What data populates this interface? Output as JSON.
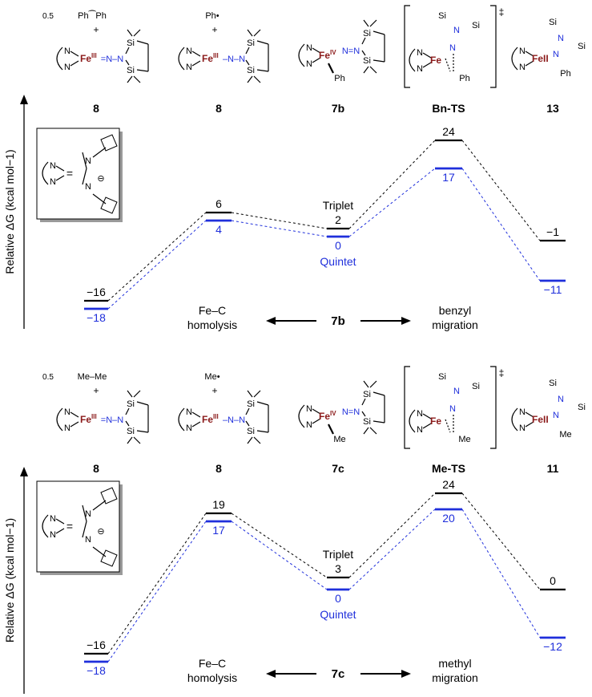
{
  "colors": {
    "triplet": "#000000",
    "quintet": "#1f2fdb",
    "iron": "#8b1a1a",
    "nitrogen": "#1f2fdb"
  },
  "panels": [
    {
      "y_axis_label": "Relative ΔG (kcal mol−1)",
      "compound_labels": [
        "8",
        "8",
        "7b",
        "Bn-TS",
        "13"
      ],
      "species": {
        "s1": {
          "prefix": "0.5",
          "radical": "Ph⁀Ph"
        },
        "s2": {
          "radical": "Ph•"
        },
        "s3": {
          "metal": "FeIV",
          "substituent": "Ph"
        },
        "s4": {
          "metal": "Fe",
          "substituent": "Ph",
          "dagger": "‡"
        },
        "s5": {
          "metal": "FeII",
          "substituent": "Ph"
        }
      },
      "energies": {
        "triplet": [
          "−16",
          "6",
          "2",
          "24",
          "−1"
        ],
        "quintet": [
          "−18",
          "4",
          "0",
          "17",
          "−11"
        ]
      },
      "state_labels": {
        "triplet": "Triplet",
        "quintet": "Quintet"
      },
      "arrow": {
        "left": [
          "Fe–C",
          "homolysis"
        ],
        "center": "7b",
        "right": [
          "benzyl",
          "migration"
        ]
      },
      "inset": {
        "equals": "=",
        "charge": "⊖"
      }
    },
    {
      "y_axis_label": "Relative ΔG (kcal mol−1)",
      "compound_labels": [
        "8",
        "8",
        "7c",
        "Me-TS",
        "11"
      ],
      "species": {
        "s1": {
          "prefix": "0.5",
          "radical": "Me–Me"
        },
        "s2": {
          "radical": "Me•"
        },
        "s3": {
          "metal": "FeIV",
          "substituent": "Me"
        },
        "s4": {
          "metal": "Fe",
          "substituent": "Me",
          "dagger": "‡"
        },
        "s5": {
          "metal": "FeII",
          "substituent": "Me"
        }
      },
      "energies": {
        "triplet": [
          "−16",
          "19",
          "3",
          "24",
          "0"
        ],
        "quintet": [
          "−18",
          "17",
          "0",
          "20",
          "−12"
        ]
      },
      "state_labels": {
        "triplet": "Triplet",
        "quintet": "Quintet"
      },
      "arrow": {
        "left": [
          "Fe–C",
          "homolysis"
        ],
        "center": "7c",
        "right": [
          "methyl",
          "migration"
        ]
      },
      "inset": {
        "equals": "=",
        "charge": "⊖"
      }
    }
  ],
  "atoms": {
    "fe3": "Fe",
    "ox3": "III",
    "fe4": "Fe",
    "ox4": "IV",
    "fe2": "Fe",
    "ox2": "II",
    "n": "N",
    "si": "Si",
    "plus": "+"
  }
}
